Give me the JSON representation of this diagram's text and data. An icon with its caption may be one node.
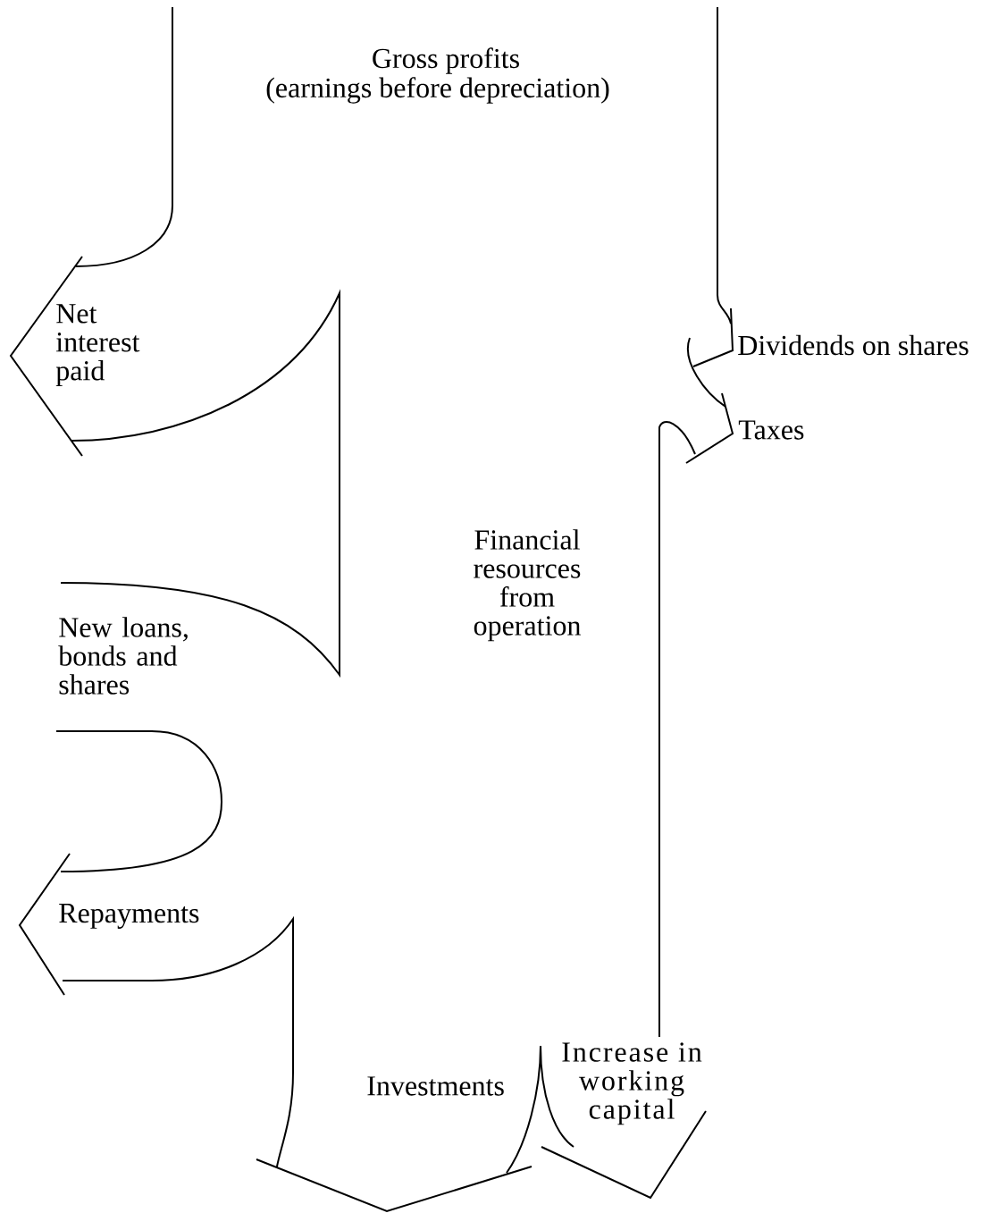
{
  "diagram": {
    "labels": [
      "Gross profits",
      "(earnings before depreciation)",
      "Net interest paid",
      "Dividends on shares",
      "Taxes",
      "Financial resources from operation",
      "New loans, bonds and shares",
      "Repayments",
      "Investments",
      "Increase in working capital"
    ]
  }
}
